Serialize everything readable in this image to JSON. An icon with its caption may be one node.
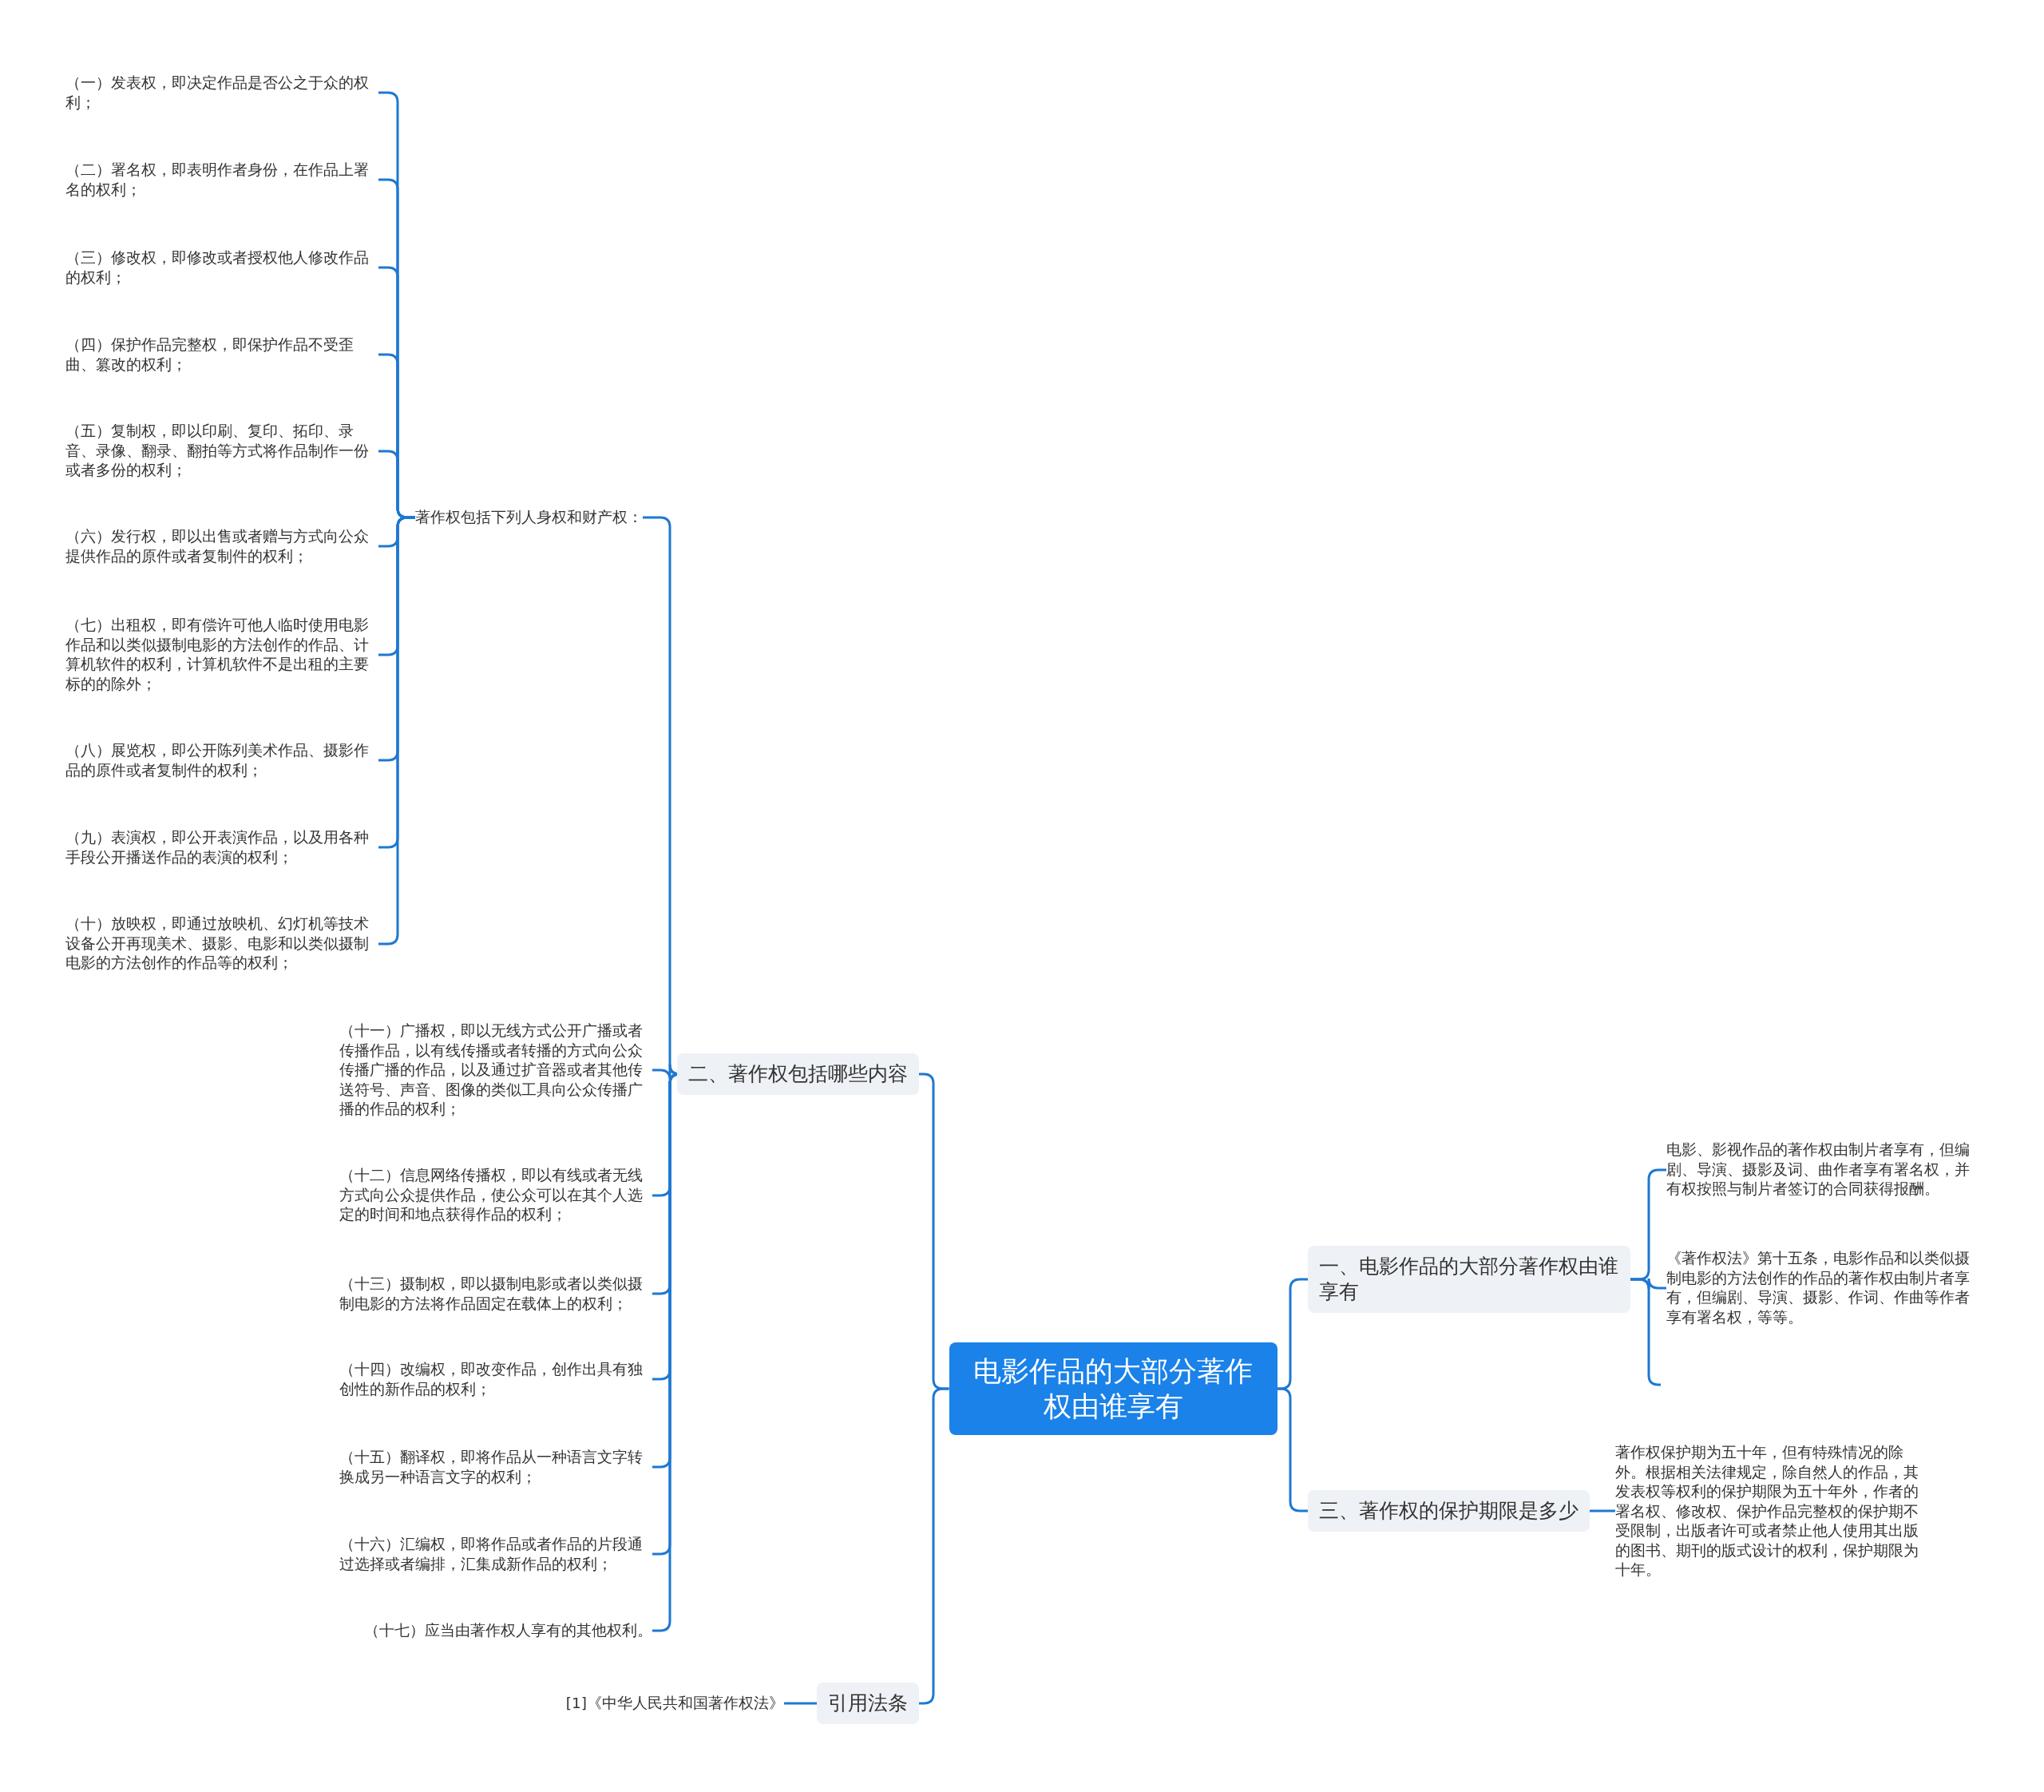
{
  "diagram": {
    "nodes": [
      {
        "text": [
          "电影作品的大部分著作权由谁享有"
        ]
      },
      {
        "text": [
          "一、电影作品的大部分著作权由谁享有"
        ]
      },
      {
        "text": [
          "电影、影视作品的著作权由制片者享有，但编剧、导演、摄影及词、曲作者享有署名权，并有权按照与制片者签订的合同获得报酬。"
        ]
      },
      {
        "text": [
          "《著作权法》第十五条，电影作品和以类似摄制电影的方法创作的作品的著作权由制片者享有，但编剧、导演、摄影、作词、作曲等作者享有署名权，等等。"
        ]
      },
      {
        "text": [
          "三、著作权的保护期限是多少"
        ]
      },
      {
        "text": [
          "著作权保护期为五十年，但有特殊情况的除外。根据相关法律规定，除自然人的作品，其发表权等权利的保护期限为五十年外，作者的署名权、修改权、保护作品完整权的保护期不受限制，出版者许可或者禁止他人使用其出版的图书、期刊的版式设计的权利，保护期限为十年。"
        ]
      },
      {
        "text": [
          "二、著作权包括哪些内容"
        ]
      },
      {
        "text": [
          "著作权包括下列人身权和财产权："
        ]
      },
      {
        "text": [
          "（一）发表权，即决定作品是否公之于众的权利；"
        ]
      },
      {
        "text": [
          "（二）署名权，即表明作者身份，在作品上署名的权利；"
        ]
      },
      {
        "text": [
          "（三）修改权，即修改或者授权他人修改作品的权利；"
        ]
      },
      {
        "text": [
          "（四）保护作品完整权，即保护作品不受歪曲、篡改的权利；"
        ]
      },
      {
        "text": [
          "（五）复制权，即以印刷、复印、拓印、录音、录像、翻录、翻拍等方式将作品制作一份或者多份的权利；"
        ]
      },
      {
        "text": [
          "（六）发行权，即以出售或者赠与方式向公众提供作品的原件或者复制件的权利；"
        ]
      },
      {
        "text": [
          "（七）出租权，即有偿许可他人临时使用电影作品和以类似摄制电影的方法创作的作品、计算机软件的权利，计算机软件不是出租的主要标的的除外；"
        ]
      },
      {
        "text": [
          "（八）展览权，即公开陈列美术作品、摄影作品的原件或者复制件的权利；"
        ]
      },
      {
        "text": [
          "（九）表演权，即公开表演作品，以及用各种手段公开播送作品的表演的权利；"
        ]
      },
      {
        "text": [
          "（十）放映权，即通过放映机、幻灯机等技术设备公开再现美术、摄影、电影和以类似摄制电影的方法创作的作品等的权利；"
        ]
      },
      {
        "text": [
          "（十一）广播权，即以无线方式公开广播或者传播作品，以有线传播或者转播的方式向公众传播广播的作品，以及通过扩音器或者其他传送符号、声音、图像的类似工具向公众传播广播的作品的权利；"
        ]
      },
      {
        "text": [
          "（十二）信息网络传播权，即以有线或者无线方式向公众提供作品，使公众可以在其个人选定的时间和地点获得作品的权利；"
        ]
      },
      {
        "text": [
          "（十三）摄制权，即以摄制电影或者以类似摄制电影的方法将作品固定在载体上的权利；"
        ]
      },
      {
        "text": [
          "（十四）改编权，即改变作品，创作出具有独创性的新作品的权利；"
        ]
      },
      {
        "text": [
          "（十五）翻译权，即将作品从一种语言文字转换成另一种语言文字的权利；"
        ]
      },
      {
        "text": [
          "（十六）汇编权，即将作品或者作品的片段通过选择或者编排，汇集成新作品的权利；"
        ]
      },
      {
        "text": [
          "（十七）应当由著作权人享有的其他权利。"
        ]
      },
      {
        "text": [
          "引用法条"
        ]
      },
      {
        "text": [
          "[1]《中华人民共和国著作权法》"
        ]
      }
    ],
    "edges": [
      {
        "from": 0,
        "to": 1,
        "arrow": "none"
      },
      {
        "from": 1,
        "to": 2,
        "arrow": "none"
      },
      {
        "from": 1,
        "to": 3,
        "arrow": "none"
      },
      {
        "from": 1,
        "to": null,
        "arrow": "none"
      },
      {
        "from": 0,
        "to": 4,
        "arrow": "none"
      },
      {
        "from": 4,
        "to": 5,
        "arrow": "none"
      },
      {
        "from": 0,
        "to": 6,
        "arrow": "none"
      },
      {
        "from": 6,
        "to": 7,
        "arrow": "none"
      },
      {
        "from": 7,
        "to": 8,
        "arrow": "none"
      },
      {
        "from": 7,
        "to": 9,
        "arrow": "none"
      },
      {
        "from": 7,
        "to": 10,
        "arrow": "none"
      },
      {
        "from": 7,
        "to": 11,
        "arrow": "none"
      },
      {
        "from": 7,
        "to": 12,
        "arrow": "none"
      },
      {
        "from": 7,
        "to": 13,
        "arrow": "none"
      },
      {
        "from": 7,
        "to": 14,
        "arrow": "none"
      },
      {
        "from": 7,
        "to": 15,
        "arrow": "none"
      },
      {
        "from": 7,
        "to": 16,
        "arrow": "none"
      },
      {
        "from": 7,
        "to": 17,
        "arrow": "none"
      },
      {
        "from": 6,
        "to": 18,
        "arrow": "none"
      },
      {
        "from": 6,
        "to": 19,
        "arrow": "none"
      },
      {
        "from": 6,
        "to": 20,
        "arrow": "none"
      },
      {
        "from": 6,
        "to": 21,
        "arrow": "none"
      },
      {
        "from": 6,
        "to": 22,
        "arrow": "none"
      },
      {
        "from": 6,
        "to": 23,
        "arrow": "none"
      },
      {
        "from": 6,
        "to": 24,
        "arrow": "none"
      },
      {
        "from": 0,
        "to": 25,
        "arrow": "none"
      },
      {
        "from": 25,
        "to": 26,
        "arrow": "none"
      }
    ]
  }
}
